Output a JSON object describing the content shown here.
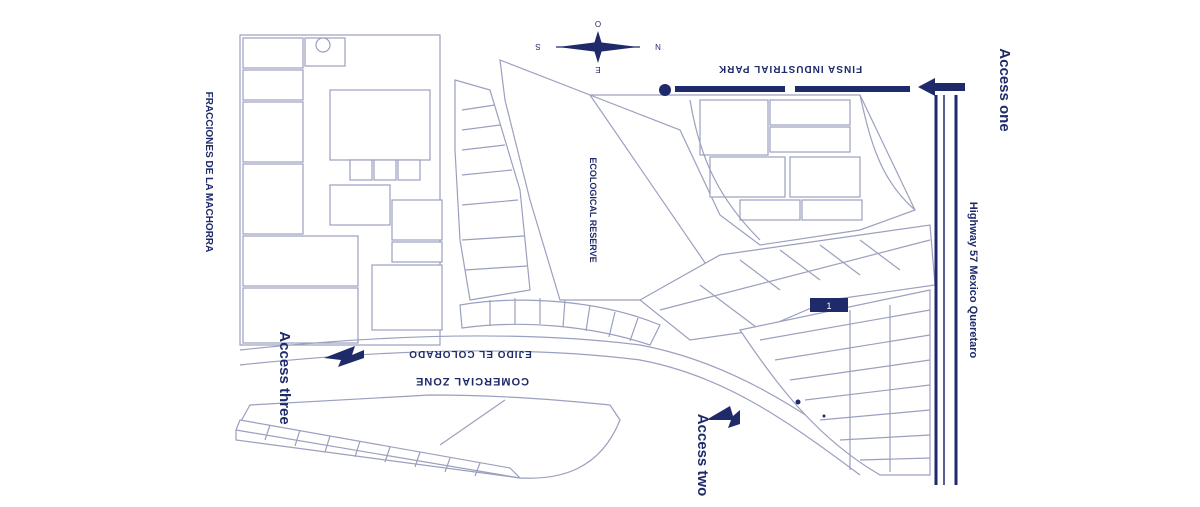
{
  "labels": {
    "access_one": "Access one",
    "access_two": "Access two",
    "access_three": "Access three",
    "finsa_park": "FINSA INDUSTRIAL PARK",
    "ecological_reserve": "ECOLOGICAL RESERVE",
    "fracciones": "FRACCIONES DE LA MACHORRA",
    "ejido": "EJIDO EL COLORADO",
    "comercial_zone": "COMERCIAL ZONE",
    "highway": "Highway 57 Mexico Queretaro",
    "marker_number": "1"
  },
  "compass": {
    "o": "O",
    "n": "N",
    "s": "S",
    "e": "E"
  },
  "colors": {
    "primary": "#1f2a6b",
    "outline": "#9aa0be",
    "background": "#ffffff"
  }
}
